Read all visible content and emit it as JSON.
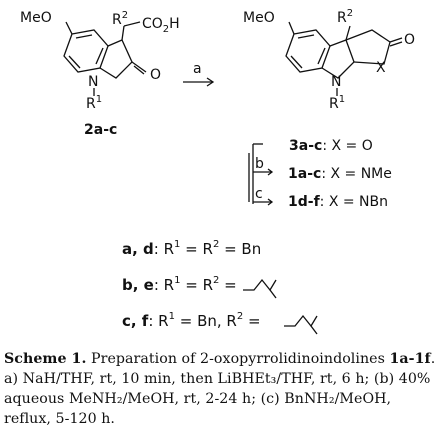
{
  "structures": {
    "left_substituents": {
      "meo": "MeO",
      "r2": "R",
      "r2_sup": "2",
      "co2h": "CO",
      "co2h_sub": "2",
      "co2h_h": "H",
      "n": "N",
      "r1": "R",
      "r1_sup": "1",
      "o": "O"
    },
    "left_label": "2a-c",
    "arrow_reagent": "a",
    "right_substituents": {
      "meo": "MeO",
      "r2": "R",
      "r2_sup": "2",
      "o": "O",
      "n": "N",
      "x": "X",
      "r1": "R",
      "r1_sup": "1"
    }
  },
  "branches": [
    {
      "label": "",
      "compound": "3a-c",
      "text": ": X = O"
    },
    {
      "label": "b",
      "compound": "1a-c",
      "text": ": X = NMe"
    },
    {
      "label": "c",
      "compound": "1d-f",
      "text": ": X = NBn"
    }
  ],
  "substituent_defs": [
    {
      "key": "a, d",
      "text": ": R",
      "sup1": "1",
      "mid": " = R",
      "sup2": "2",
      "tail": " = Bn"
    },
    {
      "key": "b, e",
      "text": ": R",
      "sup1": "1",
      "mid": " = R",
      "sup2": "2",
      "tail": " = "
    },
    {
      "key": "c, f",
      "text": ": R",
      "sup1": "1",
      "mid": " = Bn, R",
      "sup2": "2",
      "tail": " = "
    }
  ],
  "caption": {
    "title": "Scheme 1.",
    "intro": " Preparation of 2-oxopyrrolidinoindolines ",
    "compounds": "1a-1f",
    "body": ". a) NaH/THF, rt, 10 min, then LiBHEt₃/THF, rt, 6 h; (b) 40% aqueous MeNH₂/MeOH, rt, 2-24 h; (c) BnNH₂/MeOH, reflux, 5-120 h."
  }
}
